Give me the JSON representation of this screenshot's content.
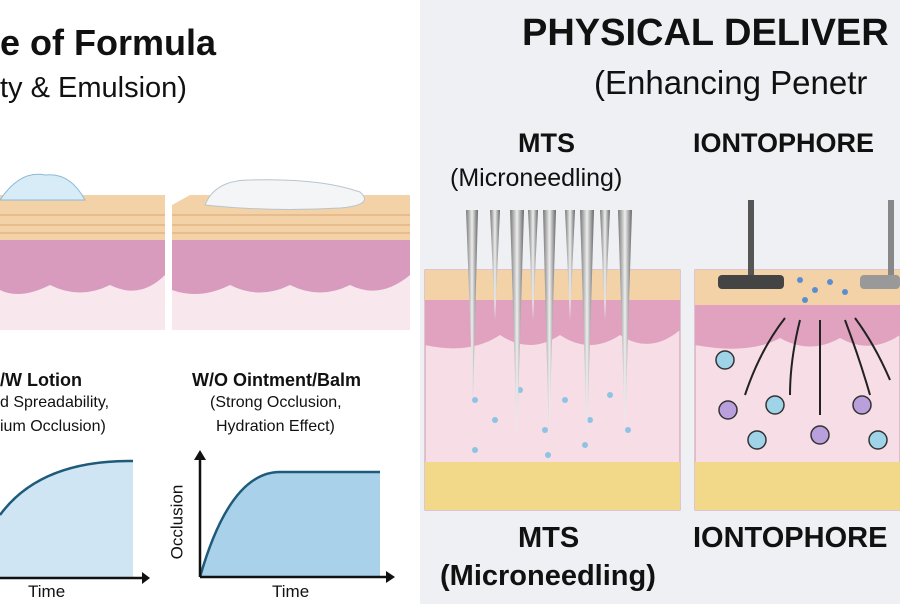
{
  "left": {
    "title": "e of Formula",
    "subtitle": "ty & Emulsion)",
    "items": [
      {
        "name": "/W Lotion",
        "desc1": "d Spreadability,",
        "desc2": "ium Occlusion)",
        "chart_x": "Time"
      },
      {
        "name": "W/O Ointment/Balm",
        "desc1": "(Strong Occlusion,",
        "desc2": "Hydration Effect)",
        "chart_y": "Occlusion",
        "chart_x": "Time"
      }
    ]
  },
  "right": {
    "title": "PHYSICAL DELIVER",
    "subtitle": "(Enhancing Penetr",
    "mts_label": "MTS",
    "mts_sub": "(Microneedling)",
    "ionto_label": "IONTOPHORE",
    "bottom_mts": "MTS",
    "bottom_mts_sub": "(Microneedling)",
    "bottom_ionto": "IONTOPHORE"
  },
  "colors": {
    "skin_top": "#f4d2a8",
    "dermis": "#e3a9c4",
    "fat": "#f2d98a",
    "chart_fill": "#a9d1ea",
    "chart_line": "#1e5a7a"
  }
}
